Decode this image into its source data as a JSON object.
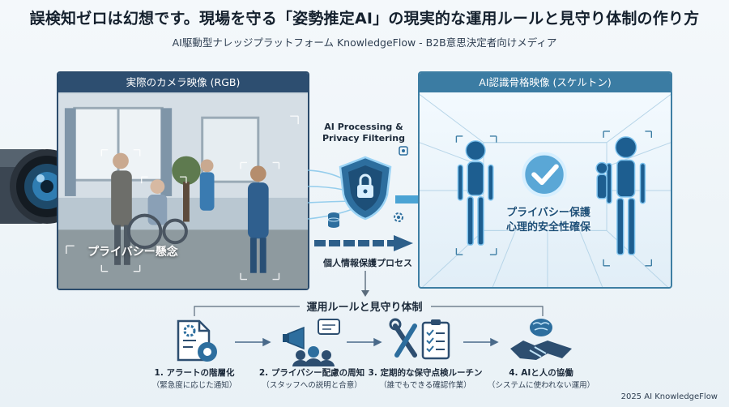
{
  "header": {
    "title": "誤検知ゼロは幻想です。現場を守る「姿勢推定AI」の現実的な運用ルールと見守り体制の作り方",
    "subtitle": "AI駆動型ナレッジプラットフォーム KnowledgeFlow - B2B意思決定者向けメディア"
  },
  "left_panel": {
    "title": "実際のカメラ映像 (RGB)",
    "caption": "プライバシー懸念"
  },
  "center": {
    "process_label_line1": "AI Processing &",
    "process_label_line2": "Privacy Filtering",
    "flow_label": "個人情報保護プロセス"
  },
  "right_panel": {
    "title": "AI認識骨格映像 (スケルトン)",
    "badge_line1": "プライバシー保護",
    "badge_line2": "心理的安全性確保"
  },
  "operations": {
    "title": "運用ルールと見守り体制",
    "steps": [
      {
        "label": "1. アラートの階層化",
        "sub": "（緊急度に応じた通知）",
        "icon": "document-gear-icon"
      },
      {
        "label": "2. プライバシー配慮の周知",
        "sub": "（スタッフへの説明と合意）",
        "icon": "megaphone-team-icon"
      },
      {
        "label": "3. 定期的な保守点検ルーチン",
        "sub": "（誰でもできる確認作業）",
        "icon": "tools-checklist-icon"
      },
      {
        "label": "4. AIと人の協働",
        "sub": "（システムに使われない運用）",
        "icon": "brain-handshake-icon"
      }
    ]
  },
  "footer": {
    "copyright": "2025 AI KnowledgeFlow"
  },
  "colors": {
    "navy": "#2d4e70",
    "teal": "#3b7ca3",
    "accent": "#4aa3d4"
  }
}
